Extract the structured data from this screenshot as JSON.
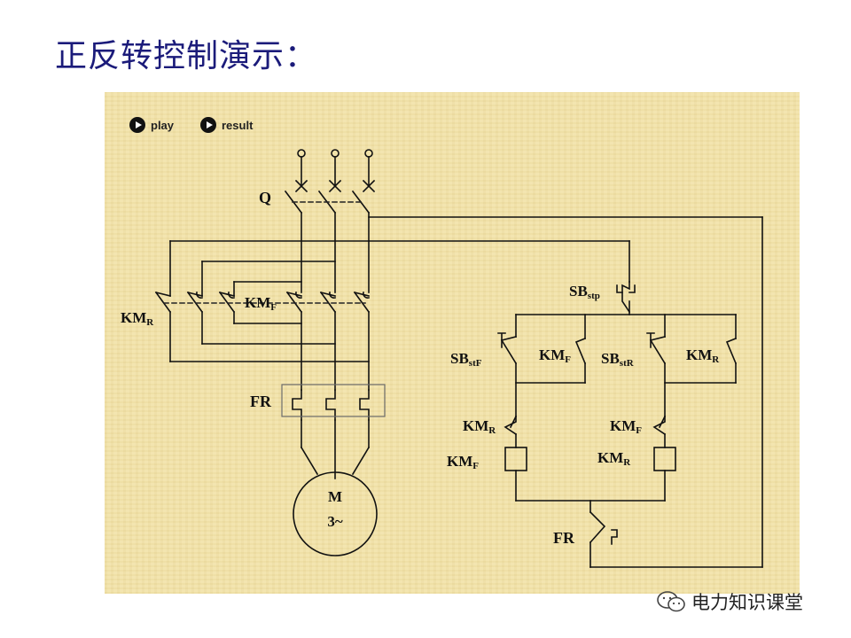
{
  "title": "正反转控制演示：",
  "controls": {
    "play_label": "play",
    "result_label": "result"
  },
  "labels": {
    "q": "Q",
    "km_r_main": {
      "base": "KM",
      "sub": "R"
    },
    "km_f_main": {
      "base": "KM",
      "sub": "F"
    },
    "fr_main": "FR",
    "motor_line1": "M",
    "motor_line2": "3~",
    "sb_stp": {
      "base": "SB",
      "sub": "stp"
    },
    "sb_stf": {
      "base": "SB",
      "sub": "stF"
    },
    "km_f_hold": {
      "base": "KM",
      "sub": "F"
    },
    "sb_str": {
      "base": "SB",
      "sub": "stR"
    },
    "km_r_hold": {
      "base": "KM",
      "sub": "R"
    },
    "km_r_interlock": {
      "base": "KM",
      "sub": "R"
    },
    "km_f_interlock": {
      "base": "KM",
      "sub": "F"
    },
    "km_f_coil": {
      "base": "KM",
      "sub": "F"
    },
    "km_r_coil": {
      "base": "KM",
      "sub": "R"
    },
    "fr_ctrl": "FR"
  },
  "watermark": "电力知识课堂",
  "colors": {
    "title": "#1b1b7a",
    "panel": "#f2e3a9",
    "wire": "#111111",
    "dashed": "#222222",
    "fr_box": "#6b6b6b"
  }
}
